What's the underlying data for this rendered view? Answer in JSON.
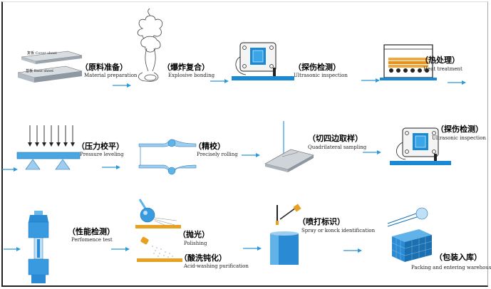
{
  "steps": [
    {
      "zh": "（原料准备）",
      "en": "Material preparation"
    },
    {
      "zh": "（爆炸复合）",
      "en": "Explosive bonding"
    },
    {
      "zh": "（探伤检测）",
      "en": "Ultrasonic inspection"
    },
    {
      "zh": "（热处理）",
      "en": "Heat treatment"
    },
    {
      "zh": "（压力校平）",
      "en": "Pressure leveling"
    },
    {
      "zh": "（精校）",
      "en": "Precisely rolling"
    },
    {
      "zh": "（切四边取样）",
      "en": "Quadrilateral sampling"
    },
    {
      "zh": "（探伤检测）",
      "en": "Ultrasonic inspection"
    },
    {
      "zh": "（性能检测）",
      "en": "Perfomence test"
    },
    {
      "zh": "（抛光）",
      "en": "Polishing"
    },
    {
      "zh": "（酸洗钝化）",
      "en": "Acid-washing purification"
    },
    {
      "zh": "（喷打标识）",
      "en": "Spray or konck identification"
    },
    {
      "zh": "（包装入库）",
      "en": "Packing and entering warehouse"
    }
  ],
  "plate_labels": {
    "cover": "复板  Cover sheet",
    "base": "基板  Base sheet"
  },
  "colors": {
    "blue": "#1a8ad4",
    "arrow": "#2a9ad8"
  }
}
